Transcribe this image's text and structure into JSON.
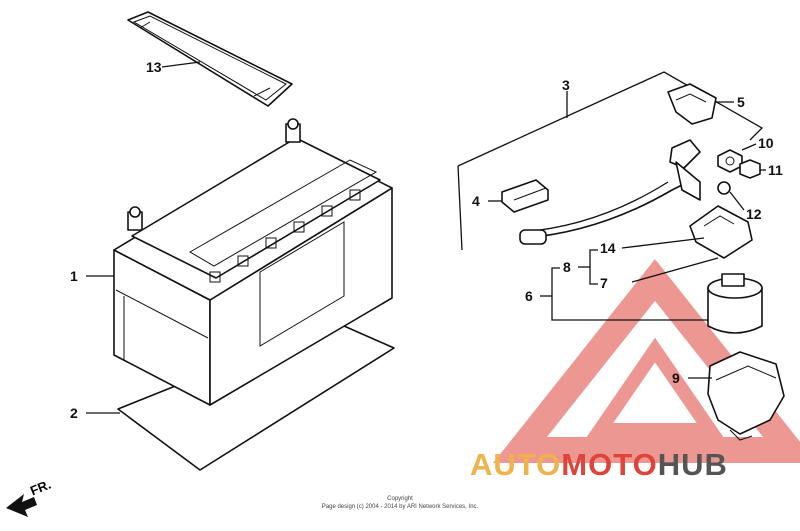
{
  "diagram": {
    "callouts": {
      "n1": "1",
      "n2": "2",
      "n3": "3",
      "n4": "4",
      "n5": "5",
      "n6": "6",
      "n7": "7",
      "n8": "8",
      "n9": "9",
      "n10": "10",
      "n11": "11",
      "n12": "12",
      "n13": "13",
      "n14": "14"
    },
    "direction_label": "FR.",
    "copyright_line1": "Copyright",
    "copyright_line2": "Page design (c) 2004 - 2014 by ARI Network Services, Inc."
  },
  "watermark": {
    "part1": "AUTO",
    "part2": "MOTO",
    "part3": "HUB",
    "color_primary": "#f0b24a",
    "color_secondary": "#e0433a",
    "color_tertiary": "#555555"
  }
}
